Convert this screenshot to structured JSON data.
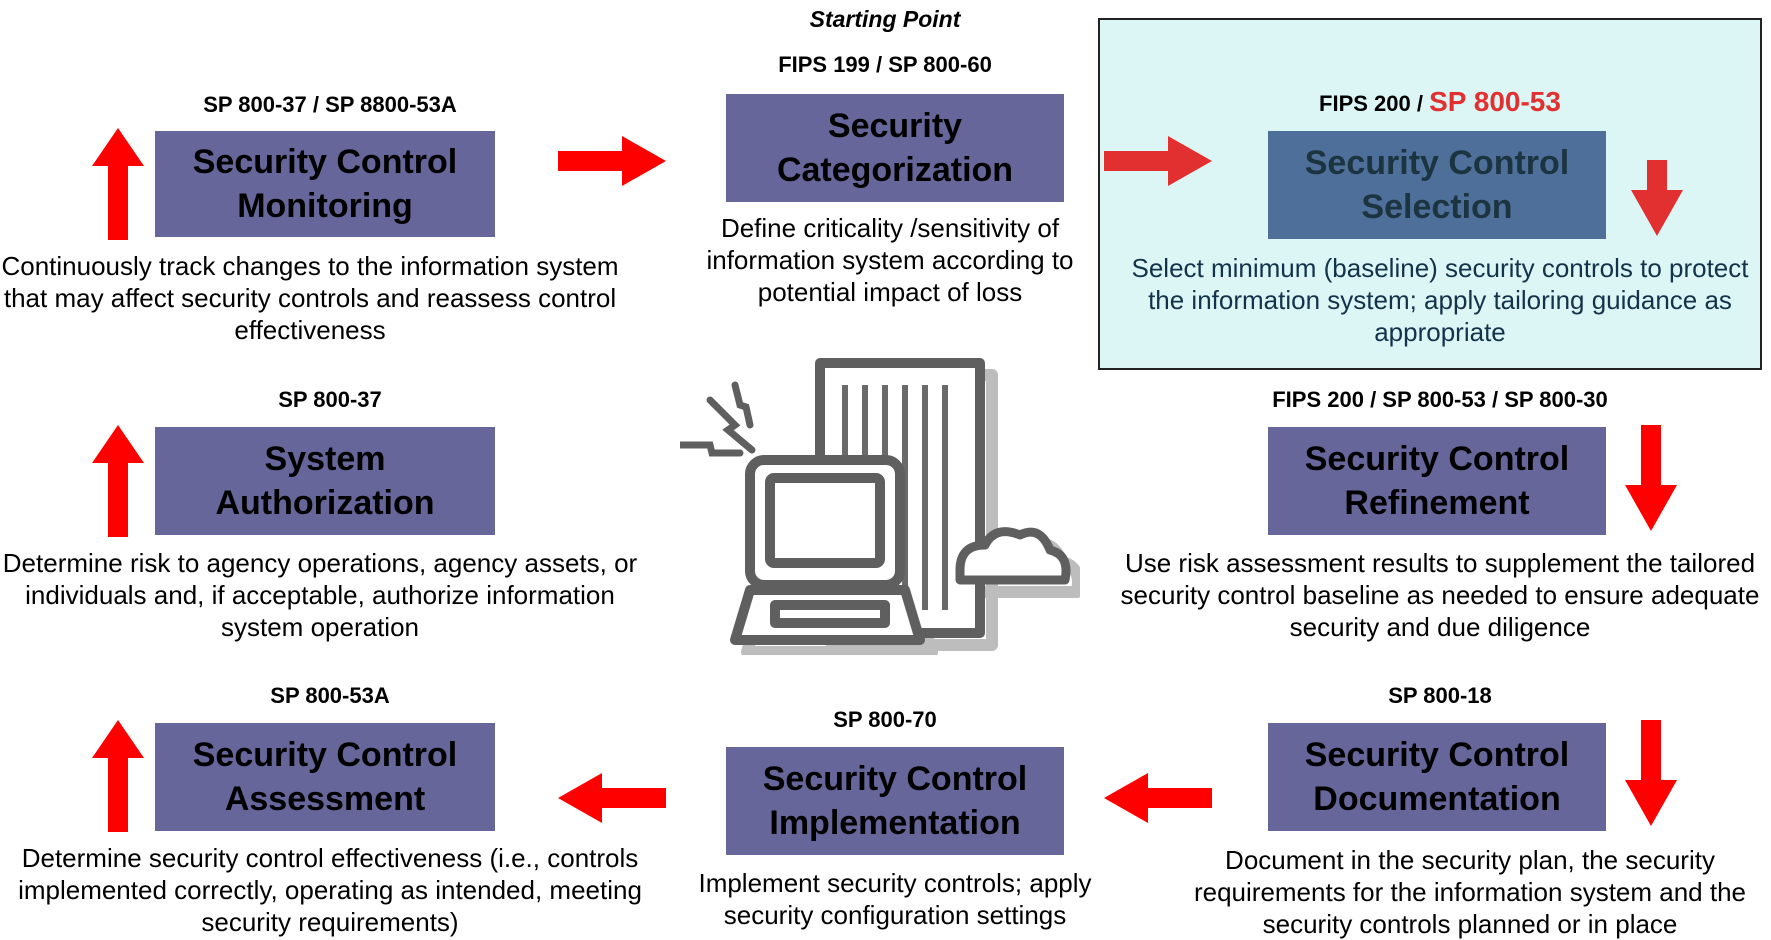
{
  "starting_point": "Starting Point",
  "colors": {
    "box": "#66669a",
    "selected_box": "#4d6f99",
    "highlight": "#dcf6f6",
    "arrow": "#ff0000",
    "selection_arrow": "#e23030"
  },
  "steps": {
    "monitoring": {
      "standard": "SP 800-37 / SP 8800-53A",
      "title": "Security Control Monitoring",
      "description": "Continuously track changes to the information system that may affect security controls and reassess control effectiveness"
    },
    "categorization": {
      "standard": "FIPS 199 / SP 800-60",
      "title": "Security Categorization",
      "description": "Define criticality /sensitivity of information system according to potential impact of loss"
    },
    "selection": {
      "standard_prefix": "FIPS 200 /",
      "standard_highlight": "SP 800-53",
      "title": "Security Control Selection",
      "description": "Select minimum (baseline) security controls to protect the information system; apply tailoring guidance as appropriate"
    },
    "authorization": {
      "standard": "SP 800-37",
      "title": "System Authorization",
      "description": "Determine risk to agency operations, agency assets, or individuals and, if acceptable, authorize information system operation"
    },
    "refinement": {
      "standard": "FIPS 200 / SP 800-53 / SP 800-30",
      "title": "Security Control Refinement",
      "description": "Use risk assessment results to supplement the tailored security control baseline as needed to ensure adequate security and due diligence"
    },
    "assessment": {
      "standard": "SP 800-53A",
      "title": "Security Control Assessment",
      "description": "Determine security control effectiveness (i.e., controls implemented correctly, operating as intended, meeting security requirements)"
    },
    "implementation": {
      "standard": "SP 800-70",
      "title": "Security Control Implementation",
      "description": "Implement security controls; apply security configuration settings"
    },
    "documentation": {
      "standard": "SP 800-18",
      "title": "Security Control Documentation",
      "description": "Document in the security plan, the security requirements for the information system and the security controls planned or in place"
    }
  }
}
